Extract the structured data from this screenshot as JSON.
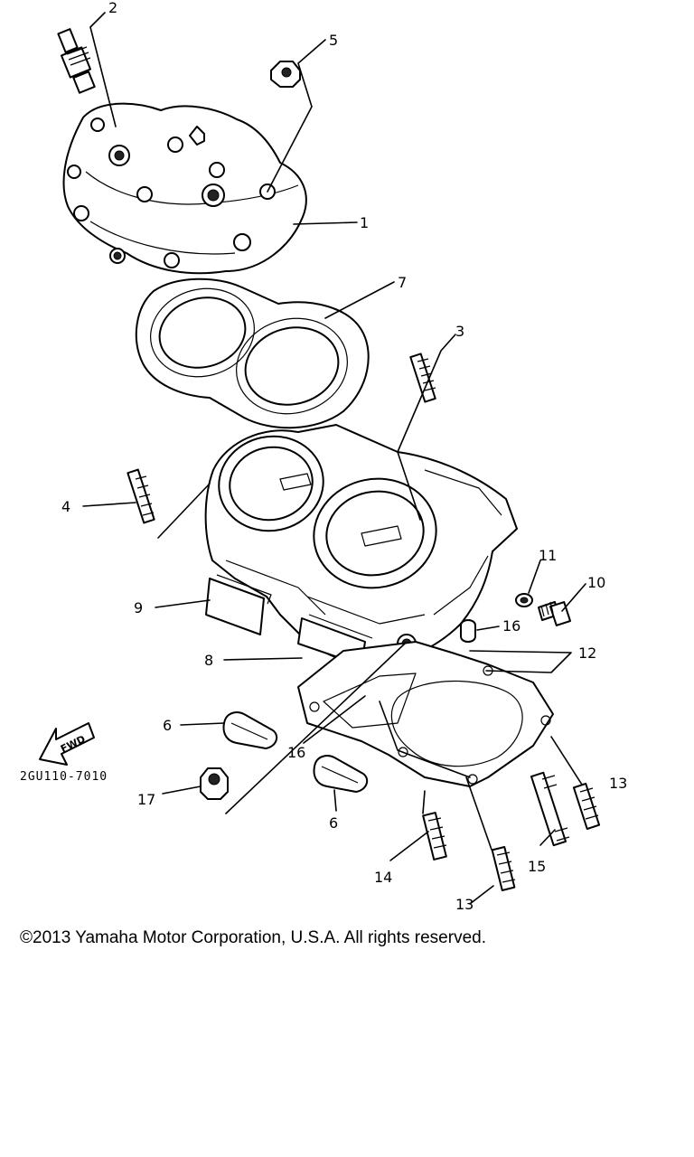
{
  "diagram_code": "2GU110-7010",
  "direction_badge": "FWD",
  "copyright": "©2013 Yamaha Motor Corporation, U.S.A. All rights reserved.",
  "callouts": [
    {
      "id": "c2a",
      "text": "2"
    },
    {
      "id": "c5",
      "text": "5"
    },
    {
      "id": "c1",
      "text": "1"
    },
    {
      "id": "c7",
      "text": "7"
    },
    {
      "id": "c3",
      "text": "3"
    },
    {
      "id": "c4",
      "text": "4"
    },
    {
      "id": "c11",
      "text": "11"
    },
    {
      "id": "c10",
      "text": "10"
    },
    {
      "id": "c9",
      "text": "9"
    },
    {
      "id": "c16a",
      "text": "16"
    },
    {
      "id": "c8",
      "text": "8"
    },
    {
      "id": "c12",
      "text": "12"
    },
    {
      "id": "c6a",
      "text": "6"
    },
    {
      "id": "c16b",
      "text": "16"
    },
    {
      "id": "c13a",
      "text": "13"
    },
    {
      "id": "c17",
      "text": "17"
    },
    {
      "id": "c6b",
      "text": "6"
    },
    {
      "id": "c14",
      "text": "14"
    },
    {
      "id": "c15",
      "text": "15"
    },
    {
      "id": "c13b",
      "text": "13"
    }
  ]
}
